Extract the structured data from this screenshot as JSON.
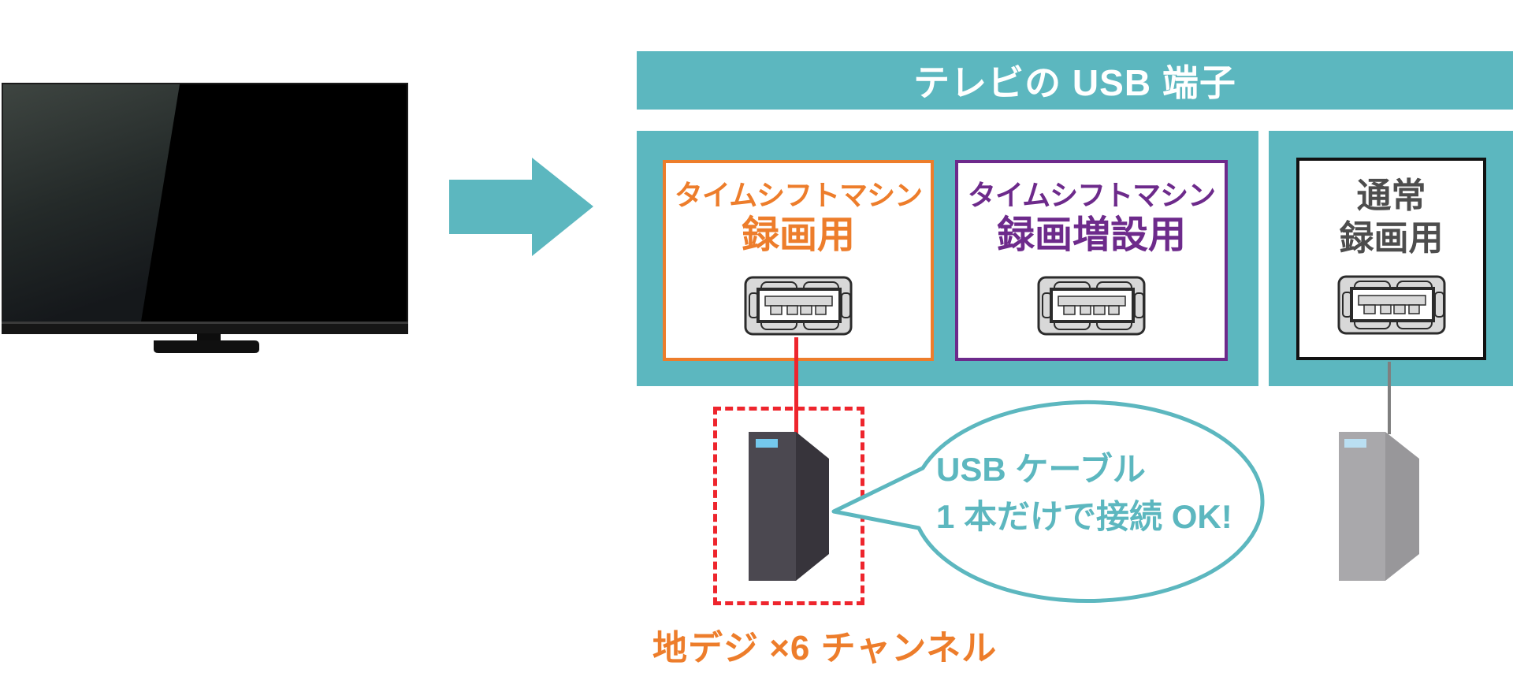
{
  "colors": {
    "teal": "#5cb7bf",
    "orange": "#ed7d2b",
    "purple": "#6d2a8b",
    "red": "#ee252d",
    "dark-text": "#4d4d4d",
    "hdd-dark-front": "#4b4850",
    "hdd-dark-side": "#37343b",
    "hdd-gray-front": "#a9a8ab",
    "hdd-gray-side": "#98979a",
    "led-blue": "#74c8ec",
    "led-blue-pale": "#badff2",
    "cable-gray": "#7f7f7f"
  },
  "header": {
    "title": "テレビの USB 端子"
  },
  "ports": [
    {
      "line1": "タイムシフトマシン",
      "line2": "録画用"
    },
    {
      "line1": "タイムシフトマシン",
      "line2": "録画増設用"
    },
    {
      "line1": "通常",
      "line2": "録画用"
    }
  ],
  "callout": {
    "line1": "USB ケーブル",
    "line2": "1 本だけで接続 OK!"
  },
  "caption": "地デジ ×6 チャンネル"
}
